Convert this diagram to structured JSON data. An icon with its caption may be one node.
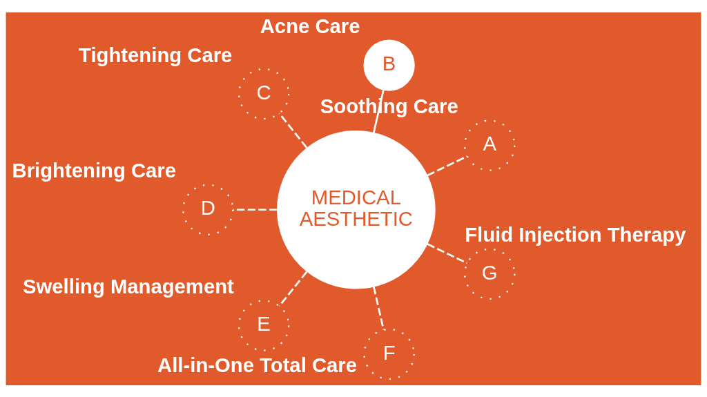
{
  "diagram": {
    "nodes": [
      {
        "text": [
          "MEDICAL AESTHETIC"
        ]
      },
      {
        "text": [
          "A"
        ],
        "beside": [
          "Soothing Care"
        ]
      },
      {
        "text": [
          "B"
        ],
        "beside": [
          "Acne Care"
        ]
      },
      {
        "text": [
          "C"
        ],
        "beside": [
          "Tightening Care"
        ]
      },
      {
        "text": [
          "D"
        ],
        "beside": [
          "Brightening Care"
        ]
      },
      {
        "text": [
          "E"
        ],
        "beside": [
          "Swelling Management"
        ]
      },
      {
        "text": [
          "F"
        ],
        "beside": [
          "All-in-One Total Care"
        ]
      },
      {
        "text": [
          "G"
        ],
        "beside": [
          "Fluid Injection Therapy"
        ]
      }
    ],
    "edges": [
      {
        "from": 0,
        "to": 1,
        "arrow": "none",
        "style": "dashed"
      },
      {
        "from": 0,
        "to": 2,
        "arrow": "none"
      },
      {
        "from": 0,
        "to": 3,
        "arrow": "none",
        "style": "dashed"
      },
      {
        "from": 0,
        "to": 4,
        "arrow": "none",
        "style": "dashed"
      },
      {
        "from": 0,
        "to": 5,
        "arrow": "none",
        "style": "dashed"
      },
      {
        "from": 0,
        "to": 6,
        "arrow": "none",
        "style": "dashed"
      },
      {
        "from": 0,
        "to": 7,
        "arrow": "none",
        "style": "dashed"
      }
    ]
  }
}
